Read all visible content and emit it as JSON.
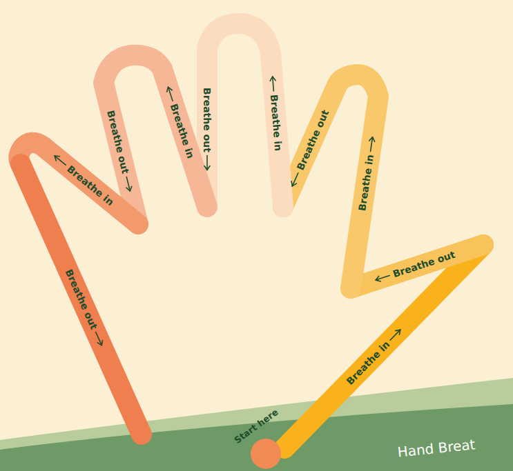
{
  "diagram": {
    "nodes": [
      {
        "text": [
          "Start here"
        ]
      }
    ],
    "labels": [
      "Breathe in",
      "Breathe out",
      "Breathe in",
      "Breathe out",
      "Breathe in",
      "Breathe out",
      "Breathe in",
      "Breathe out",
      "Breathe in",
      "Breathe out",
      "Hand Breat"
    ]
  }
}
